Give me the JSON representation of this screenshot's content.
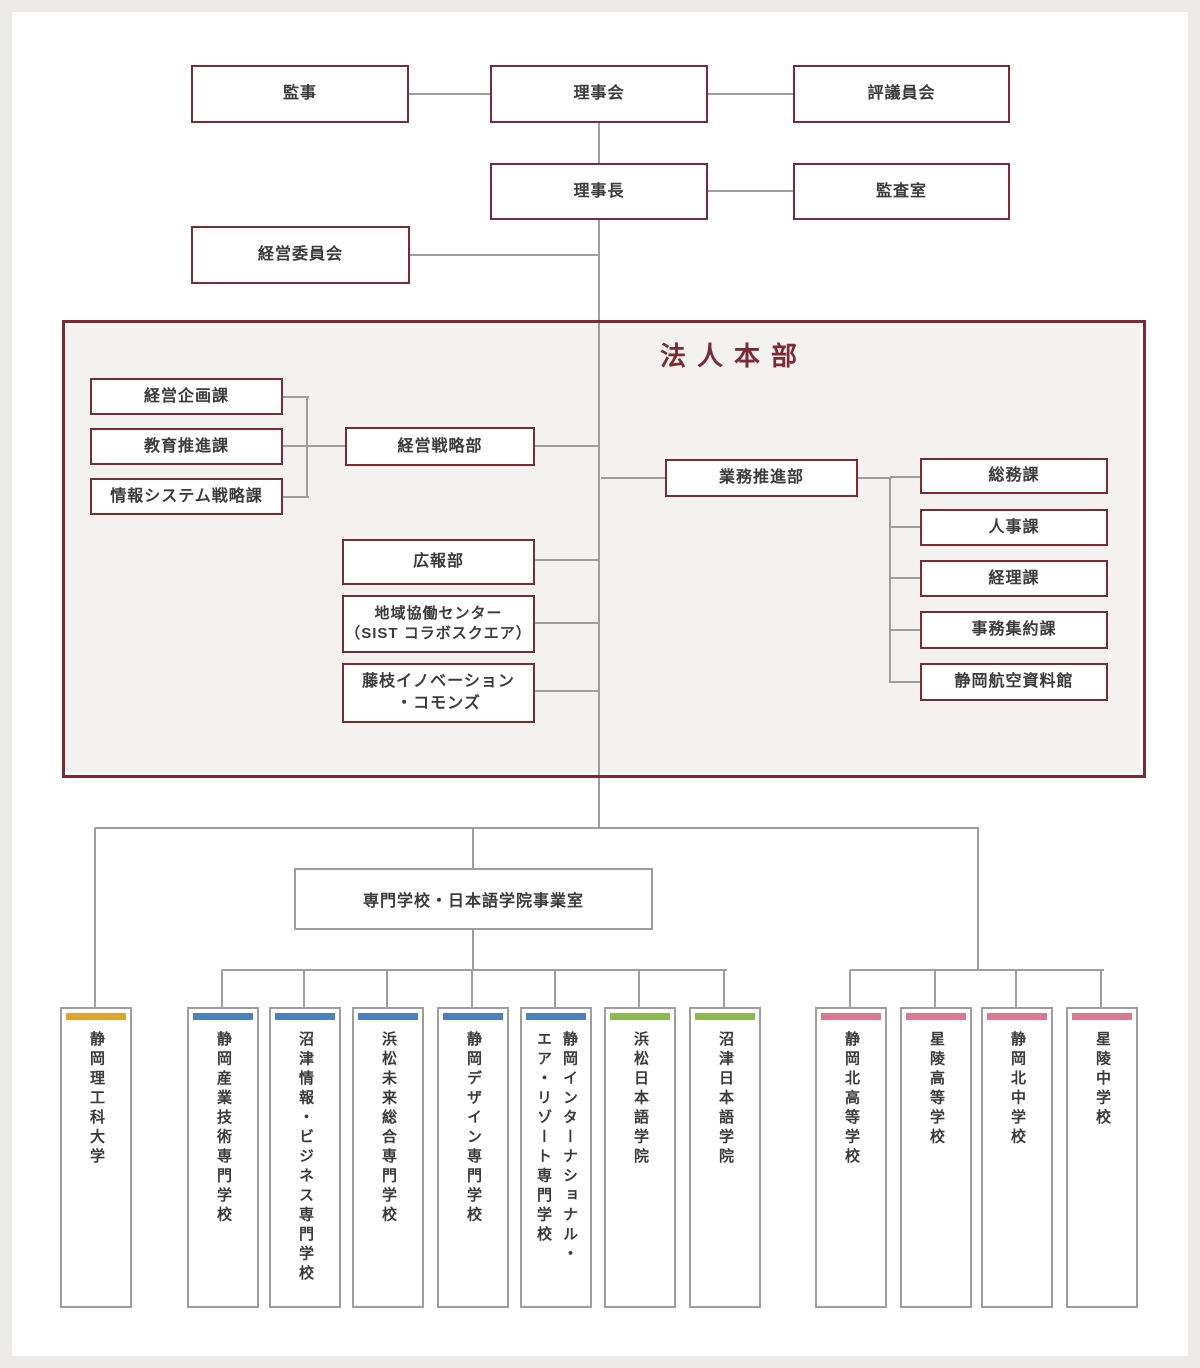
{
  "palette": {
    "accent_red": "#7c2a33",
    "line_gray": "#9e9e9c",
    "page_bg": "#ecebe8",
    "panel_bg": "#ffffff",
    "honbu_bg": "#f3f2f0",
    "text": "#3b3b3b",
    "bar_orange": "#dfa32f",
    "bar_blue": "#4a81be",
    "bar_green": "#8cbb4d",
    "bar_pink": "#d8798f"
  },
  "governance": {
    "auditors": "監事",
    "board_of_directors": "理事会",
    "board_of_councilors": "評議員会",
    "chairman": "理事長",
    "audit_office": "監査室",
    "management_committee": "経営委員会"
  },
  "honbu": {
    "title": "法人本部",
    "left_sections": [
      "経営企画課",
      "教育推進課",
      "情報システム戦略課"
    ],
    "strategy_dept": "経営戦略部",
    "pr_dept": "広報部",
    "collab_center": "地域協働センター\n（SIST コラボスクエア）",
    "fujieda_commons": "藤枝イノベーション\n・コモンズ",
    "operations_dept": "業務推進部",
    "operations_sections": [
      "総務課",
      "人事課",
      "経理課",
      "事務集約課",
      "静岡航空資料館"
    ]
  },
  "business_office": "専門学校・日本語学院事業室",
  "schools": [
    {
      "name": "静岡理工科大学",
      "color": "orange"
    },
    {
      "name": "静岡産業技術専門学校",
      "color": "blue"
    },
    {
      "name": "沼津情報・ビジネス専門学校",
      "color": "blue"
    },
    {
      "name": "浜松未来総合専門学校",
      "color": "blue"
    },
    {
      "name": "静岡デザイン専門学校",
      "color": "blue"
    },
    {
      "name": "静岡インターナショナル・\nエア・リゾート専門学校",
      "color": "blue"
    },
    {
      "name": "浜松日本語学院",
      "color": "green"
    },
    {
      "name": "沼津日本語学院",
      "color": "green"
    },
    {
      "name": "静岡北高等学校",
      "color": "pink"
    },
    {
      "name": "星陵高等学校",
      "color": "pink"
    },
    {
      "name": "静岡北中学校",
      "color": "pink"
    },
    {
      "name": "星陵中学校",
      "color": "pink"
    }
  ]
}
